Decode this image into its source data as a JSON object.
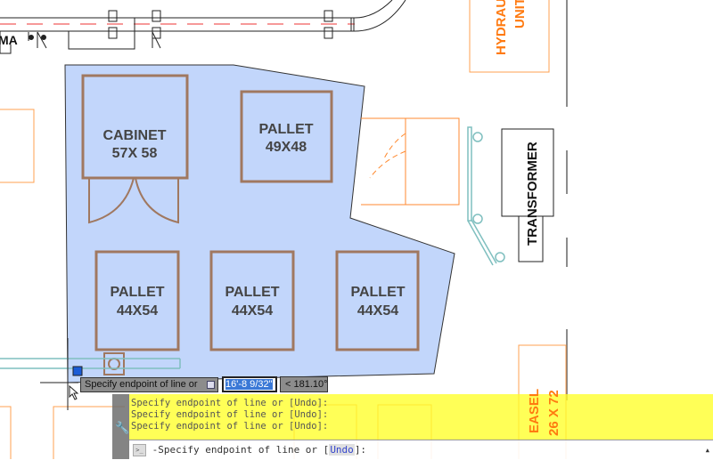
{
  "drawing": {
    "partial_label": "MA",
    "hydraulic": {
      "line1": "HYDRAULIC",
      "line2": "UNIT"
    },
    "cabinet": {
      "name": "CABINET",
      "size": "57X 58"
    },
    "pallet_top": {
      "name": "PALLET",
      "size": "49X48"
    },
    "pallets_bottom": [
      {
        "name": "PALLET",
        "size": "44X54"
      },
      {
        "name": "PALLET",
        "size": "44X54"
      },
      {
        "name": "PALLET",
        "size": "44X54"
      }
    ],
    "transformer": "TRANSFORMER",
    "easel": {
      "name": "EASEL",
      "size": "26 X 72"
    },
    "colors": {
      "selection_fill": "#c2d6fb",
      "orange": "#ff8a1e",
      "teal": "#7fbfbf",
      "furniture": "#b07a55"
    }
  },
  "dynamic_input": {
    "tooltip": "Specify endpoint of line or",
    "distance": "16'-8 9/32\"",
    "angle": "< 181.10°"
  },
  "command_line": {
    "history": [
      "Specify endpoint of line or [Undo]:",
      "Specify endpoint of line or [Undo]:",
      "Specify endpoint of line or [Undo]:"
    ],
    "prompt_prefix": "-Specify endpoint of line or [",
    "prompt_option": "Undo",
    "prompt_suffix": "]:"
  }
}
